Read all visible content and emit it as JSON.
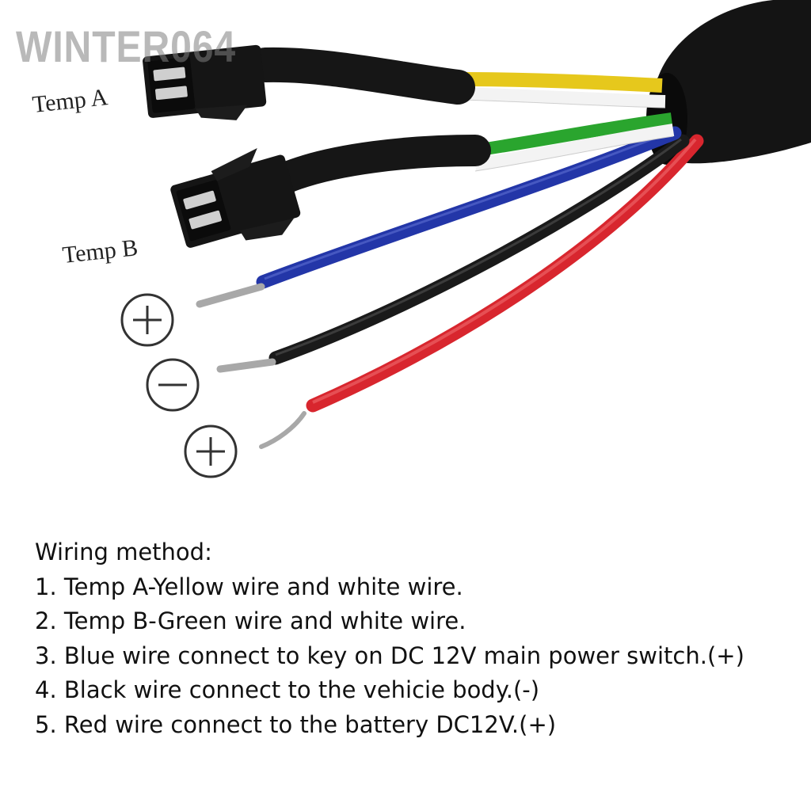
{
  "watermark": "WINTER064",
  "connectors": {
    "temp_a_label": "Temp A",
    "temp_b_label": "Temp B"
  },
  "terminal_symbols": {
    "blue": "+",
    "black": "−",
    "red": "+"
  },
  "wire_colors": {
    "yellow": "#e6c81c",
    "white": "#f3f3f3",
    "green": "#2aa52e",
    "blue": "#2336a8",
    "black": "#1a1a1a",
    "red": "#d8262e",
    "sheath": "#141414"
  },
  "instructions": {
    "heading": "Wiring method:",
    "steps": [
      "1. Temp A-Yellow wire and white wire.",
      "2. Temp B-Green wire and white wire.",
      "3. Blue wire connect to key on DC 12V main power switch.(+)",
      "4. Black wire connect to the vehicie body.(-)",
      "5. Red wire connect to the battery DC12V.(+)"
    ]
  }
}
